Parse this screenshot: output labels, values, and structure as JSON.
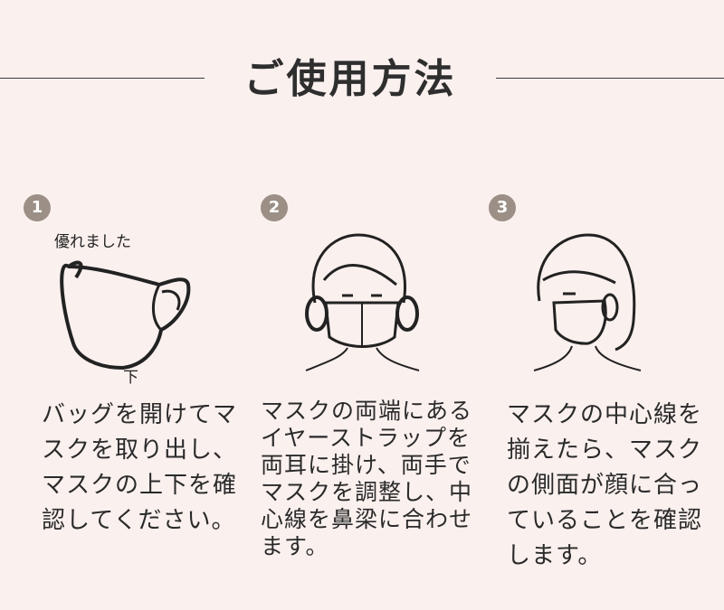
{
  "header": {
    "title": "ご使用方法"
  },
  "steps": [
    {
      "number": "1",
      "illustration": "mask-diagram",
      "label_top": "優れました",
      "label_bottom": "下",
      "text": "バッグを開けてマスクを取り出し、マスクの上下を確認してください。"
    },
    {
      "number": "2",
      "illustration": "face-front-with-mask",
      "text": "マスクの両端にあるイヤーストラップを両耳に掛け、両手でマスクを調整し、中心線を鼻梁に合わせます。"
    },
    {
      "number": "3",
      "illustration": "face-side-with-mask",
      "text": "マスクの中心線を揃えたら、マスクの側面が顔に合っていることを確認します。"
    }
  ],
  "colors": {
    "background": "#faf0ee",
    "badge": "#9b8f86",
    "line": "#3a3a3a"
  }
}
